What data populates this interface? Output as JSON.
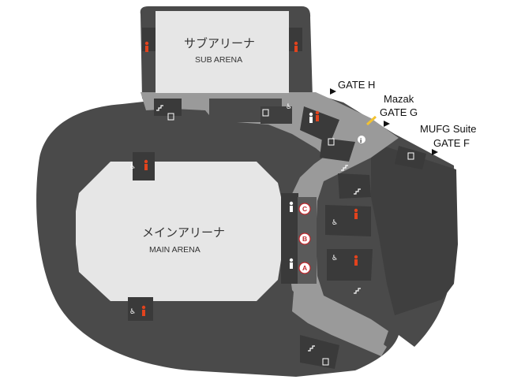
{
  "main_arena": {
    "name_jp": "メインアリーナ",
    "name_en": "MAIN ARENA"
  },
  "sub_arena": {
    "name_jp": "サブアリーナ",
    "name_en": "SUB ARENA"
  },
  "gates": {
    "gate_h": {
      "line1": "GATE H"
    },
    "gate_g": {
      "line1": "Mazak",
      "line2": "GATE G"
    },
    "gate_f": {
      "line1": "MUFG Suite",
      "line2": "GATE F"
    }
  },
  "zones": {
    "a": "A",
    "b": "B",
    "c": "C"
  },
  "colors": {
    "floor_dark": "#4a4a4a",
    "block_darker": "#3a3a3a",
    "concourse": "#9a9a9a",
    "arena_floor": "#e6e6e6",
    "restroom_red": "#e2431d",
    "zone_red": "#c0282d",
    "info_yellow": "#f2c230"
  },
  "icons": {
    "restroom": "restroom-icon",
    "wheelchair": "wheelchair-icon",
    "stairs": "stairs-icon",
    "elevator": "elevator-icon",
    "info": "info-icon",
    "gate_arrow": "gate-arrow-icon"
  }
}
